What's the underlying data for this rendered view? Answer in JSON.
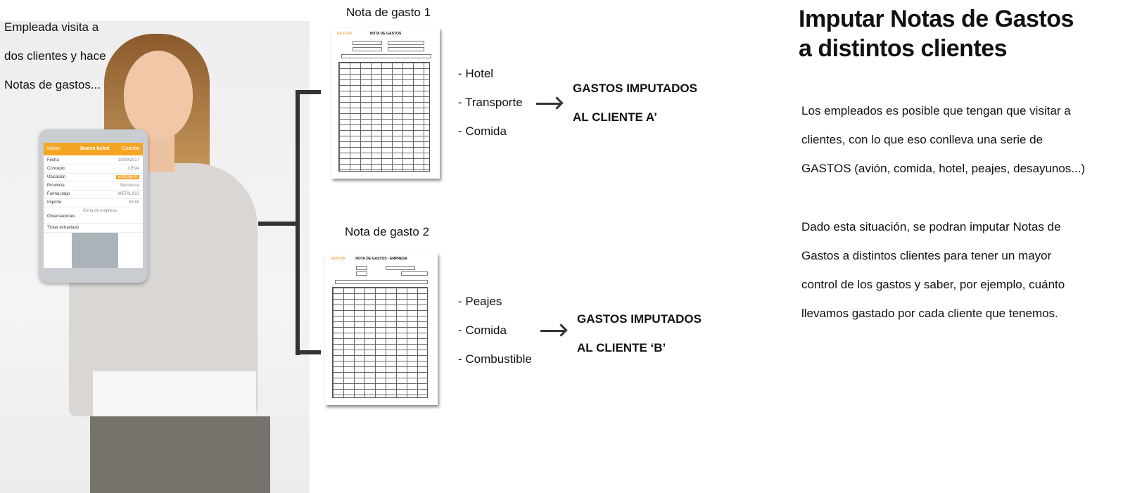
{
  "intro": [
    "Empleada visita a",
    "dos clientes y hace",
    "Notas de gastos..."
  ],
  "title": [
    "Imputar Notas de Gastos",
    "a distintos clientes"
  ],
  "paragraph1": [
    "Los empleados es posible que tengan que visitar a",
    "clientes, con lo que eso conlleva una serie de",
    "GASTOS (avión, comida, hotel, peajes, desayunos...)"
  ],
  "paragraph2": [
    "Dado esta situación, se podran imputar Notas de",
    "Gastos a distintos clientes para tener un mayor",
    "control de los gastos y saber, por ejemplo, cuánto",
    "llevamos gastado por cada cliente que tenemos."
  ],
  "note1": {
    "label": "Nota de gasto 1",
    "doc_title": "NOTA DE GASTOS",
    "brand": "GESTOR",
    "items": [
      "- Hotel",
      "- Transporte",
      "- Comida"
    ],
    "result": [
      "GASTOS IMPUTADOS",
      "AL CLIENTE A’"
    ]
  },
  "note2": {
    "label": "Nota de gasto 2",
    "doc_title": "NOTA DE GASTOS - EMPRESA",
    "brand": "GESTOR",
    "items": [
      "- Peajes",
      "- Comida",
      "- Combustible"
    ],
    "result": [
      "GASTOS IMPUTADOS",
      "AL CLIENTE ‘B’"
    ]
  },
  "tablet": {
    "back": "Volver",
    "header_title": "Nuevo ticket",
    "save": "Guardar",
    "rows": [
      {
        "k": "Fecha",
        "v": "15/09/2017"
      },
      {
        "k": "Concepto",
        "v": "CENA"
      },
      {
        "k": "Ubicación",
        "v": "Extranjero"
      },
      {
        "k": "Provincia",
        "v": "Barcelona"
      },
      {
        "k": "Forma pago",
        "v": "METALICO"
      },
      {
        "k": "Importe",
        "v": "59,69"
      },
      {
        "k": "Observaciones",
        "v": "Cena de empresa"
      },
      {
        "k": "Ticket extraviado",
        "v": ""
      }
    ]
  }
}
